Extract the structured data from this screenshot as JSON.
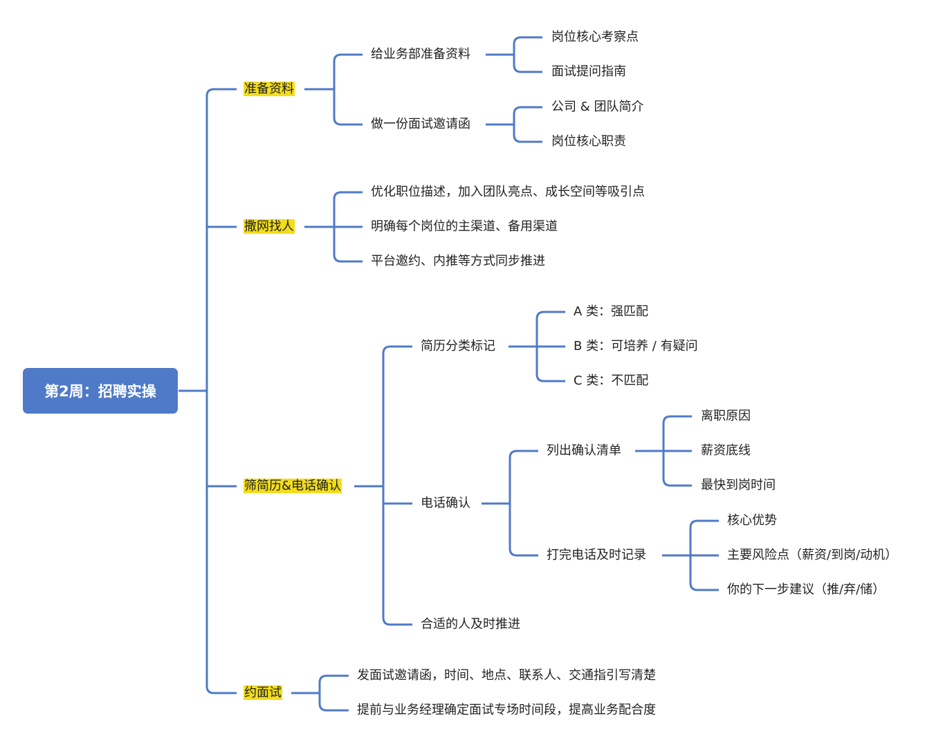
{
  "root": {
    "label": "第2周：招聘实操"
  },
  "colors": {
    "line": "#4f7ac7",
    "root_fill": "#4f7ac7",
    "highlight": "#f2dd1c",
    "text": "#222222"
  },
  "branches": [
    {
      "label": "准备资料",
      "children": [
        {
          "label": "给业务部准备资料",
          "children": [
            {
              "label": "岗位核心考察点"
            },
            {
              "label": "面试提问指南"
            }
          ]
        },
        {
          "label": "做一份面试邀请函",
          "children": [
            {
              "label": "公司 & 团队简介"
            },
            {
              "label": "岗位核心职责"
            }
          ]
        }
      ]
    },
    {
      "label": "撒网找人",
      "children": [
        {
          "label": "优化职位描述，加入团队亮点、成长空间等吸引点"
        },
        {
          "label": "明确每个岗位的主渠道、备用渠道"
        },
        {
          "label": "平台邀约、内推等方式同步推进"
        }
      ]
    },
    {
      "label": "筛简历&电话确认",
      "children": [
        {
          "label": "简历分类标记",
          "children": [
            {
              "label": "A 类：强匹配"
            },
            {
              "label": "B 类：可培养 / 有疑问"
            },
            {
              "label": "C 类：不匹配"
            }
          ]
        },
        {
          "label": "电话确认",
          "children": [
            {
              "label": "列出确认清单",
              "children": [
                {
                  "label": "离职原因"
                },
                {
                  "label": "薪资底线"
                },
                {
                  "label": "最快到岗时间"
                }
              ]
            },
            {
              "label": "打完电话及时记录",
              "children": [
                {
                  "label": "核心优势"
                },
                {
                  "label": "主要风险点（薪资/到岗/动机）"
                },
                {
                  "label": "你的下一步建议（推/弃/储）"
                }
              ]
            }
          ]
        },
        {
          "label": "合适的人及时推进"
        }
      ]
    },
    {
      "label": "约面试",
      "children": [
        {
          "label": "发面试邀请函，时间、地点、联系人、交通指引写清楚"
        },
        {
          "label": "提前与业务经理确定面试专场时间段，提高业务配合度"
        }
      ]
    }
  ]
}
